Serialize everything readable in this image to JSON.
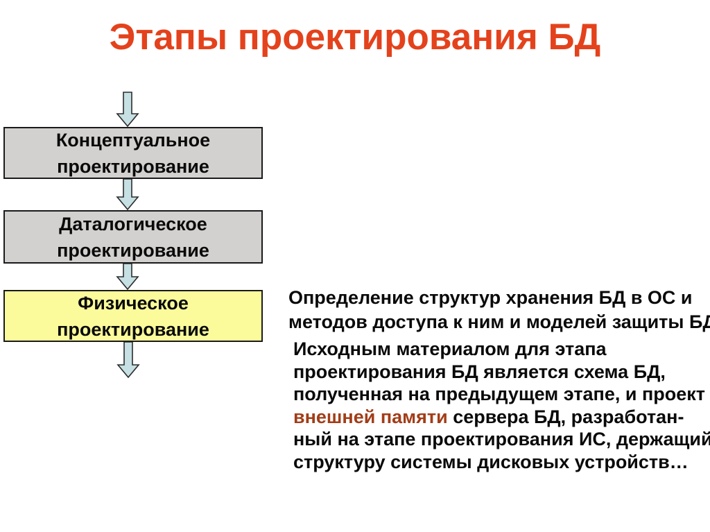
{
  "slide": {
    "title": "Этапы проектирования БД",
    "title_color": "#E4421C",
    "background": "#FFFFFF"
  },
  "flowchart": {
    "arrow_fill": "#C6E0E3",
    "arrow_outline": "#2B2B2B",
    "box_border_color": "#1A1A1A",
    "boxes": [
      {
        "id": "conceptual",
        "line1": "Концептуальное",
        "line2": "проектирование",
        "fill": "#D3D1CF"
      },
      {
        "id": "datalogical",
        "line1": "Даталогическое",
        "line2": "проектирование",
        "fill": "#D3D1CF"
      },
      {
        "id": "physical",
        "line1": "Физическое",
        "line2": "проектирование",
        "fill": "#FBFB9B"
      }
    ]
  },
  "description": {
    "text_color": "#0A0A0A",
    "highlight_color": "#A23D18",
    "para1_lines": [
      "Определение структур хранения БД в ОС и",
      "методов доступа к ним и моделей защиты БД."
    ],
    "para2": {
      "line1": "Исходным материалом для этапа",
      "line2": "проектирования БД является схема БД,",
      "line3": "полученная на предыдущем этапе, и проект",
      "line4_highlight": "внешней памяти",
      "line4_rest": " сервера БД, разработан-",
      "line5": "ный на этапе проектирования ИС, держащий",
      "line6": "структуру системы дисковых устройств…"
    }
  }
}
